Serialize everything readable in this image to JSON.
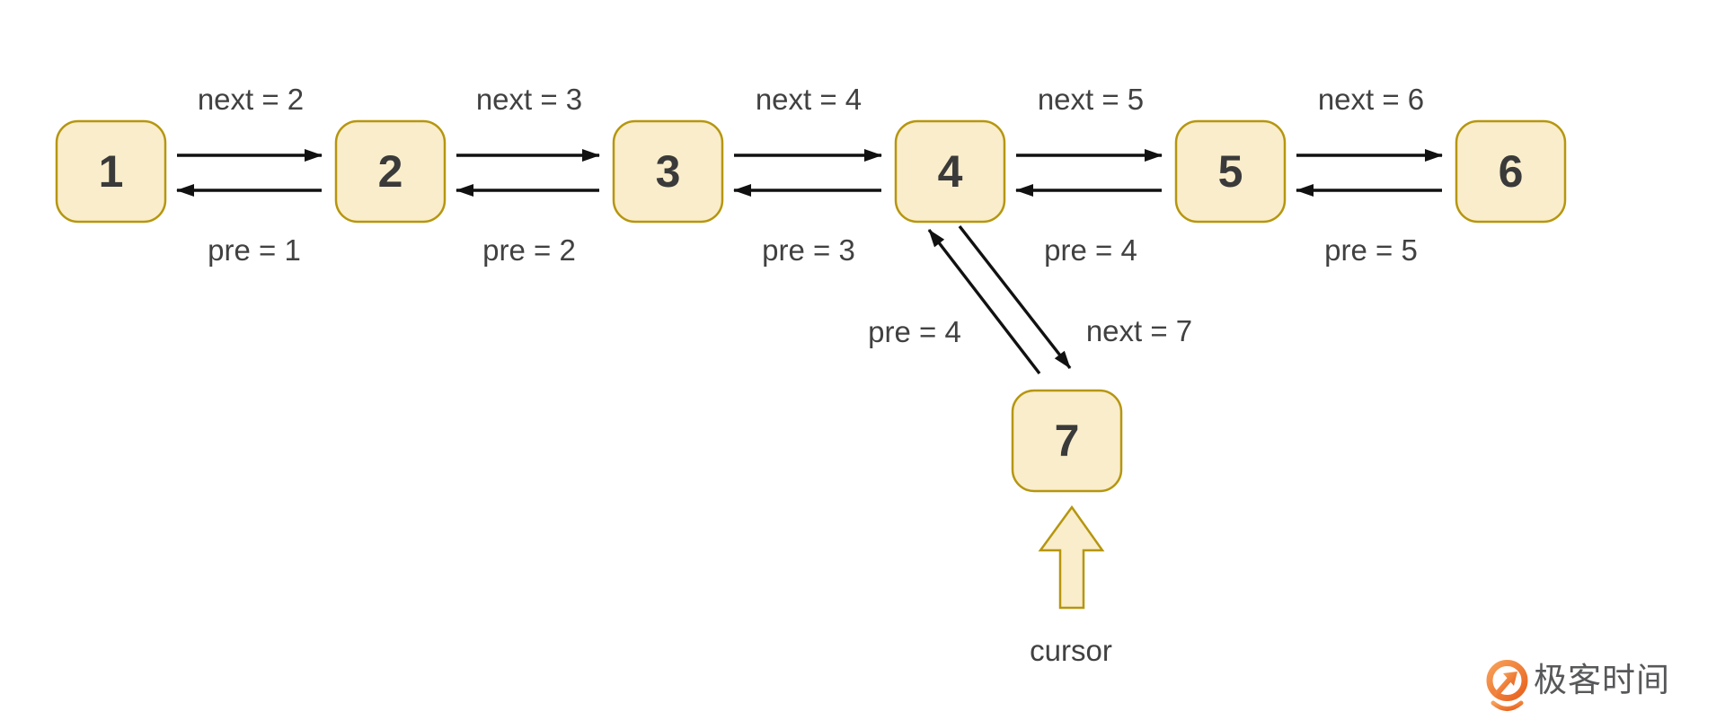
{
  "diagram": {
    "title_hint": "doubly linked list insert node 7 after node 4",
    "nodes": [
      {
        "label": "1"
      },
      {
        "label": "2"
      },
      {
        "label": "3"
      },
      {
        "label": "4"
      },
      {
        "label": "5"
      },
      {
        "label": "6"
      },
      {
        "label": "7"
      }
    ],
    "pair_labels": [
      {
        "next": "next = 2",
        "pre": "pre = 1"
      },
      {
        "next": "next = 3",
        "pre": "pre = 2"
      },
      {
        "next": "next = 4",
        "pre": "pre = 3"
      },
      {
        "next": "next = 5",
        "pre": "pre = 4"
      },
      {
        "next": "next = 6",
        "pre": "pre = 5"
      }
    ],
    "insert_labels": {
      "pre": "pre = 4",
      "next": "next = 7"
    },
    "cursor_label": "cursor",
    "colors": {
      "background": "#FFFFFF",
      "node_fill": "#F9EDCB",
      "node_border": "#B6960E",
      "arrow": "#111111",
      "edge_label_text": "#414141",
      "node_text": "#3A3A3A",
      "logo_orange_light": "#F7A058",
      "logo_orange_dark": "#E8611D",
      "logo_text_color": "#57585A"
    }
  },
  "branding": {
    "logo_text": "极客时间"
  }
}
